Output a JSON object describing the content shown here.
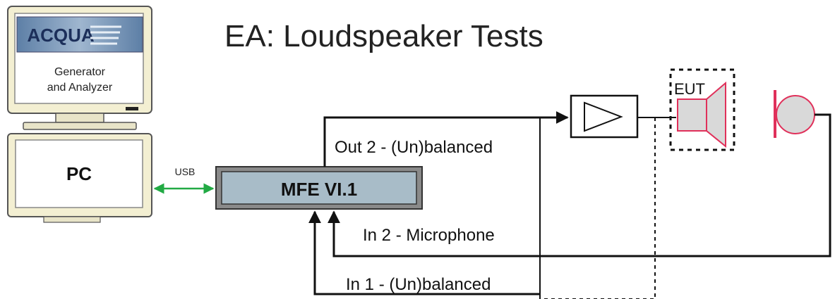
{
  "title": "EA:   Loudspeaker Tests",
  "monitor": {
    "logo_text": "ACQUA",
    "caption_line1": "Generator",
    "caption_line2": "and Analyzer"
  },
  "pc": {
    "label": "PC"
  },
  "usb_label": "USB",
  "frontend": {
    "label": "MFE VI.1"
  },
  "eut_label": "EUT",
  "connections": {
    "out2": "Out 2 - (Un)balanced",
    "in2": "In 2 - Microphone",
    "in1": "In 1 - (Un)balanced"
  },
  "colors": {
    "monitor_body": "#f3efd2",
    "panel_blue": "#a8bcc8",
    "usb_green": "#22aa44",
    "eut_red": "#e0305a",
    "eut_fill": "#d9d9d9"
  }
}
